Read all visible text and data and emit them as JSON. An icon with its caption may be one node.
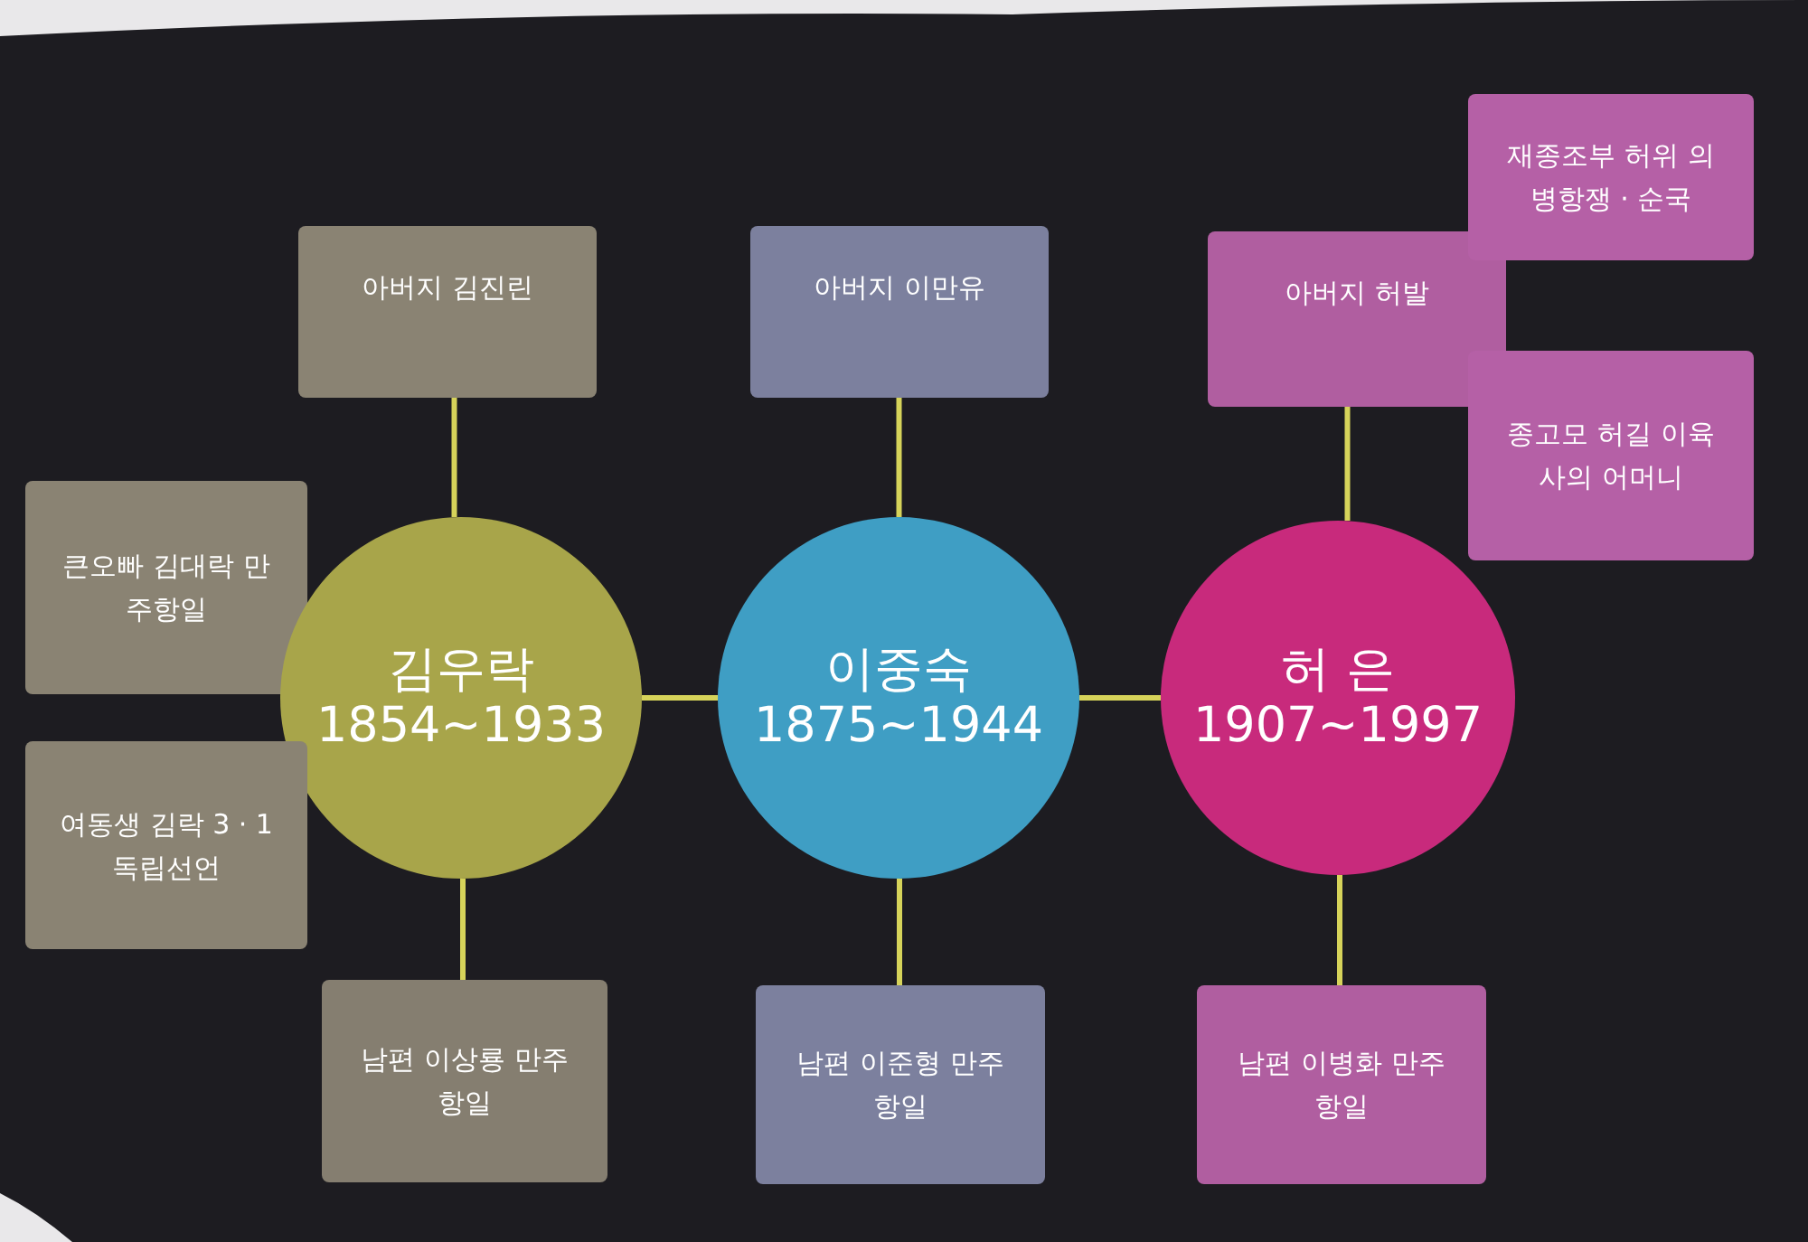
{
  "diagram": {
    "nodes": [
      {
        "text": [
          "아버지 김진린"
        ]
      },
      {
        "text": [
          "아버지 이만유"
        ]
      },
      {
        "text": [
          "아버지 허발"
        ]
      },
      {
        "text": [
          "재종조부 허위 의병항쟁 · 순국"
        ]
      },
      {
        "text": [
          "종고모 허길 이육사의 어머니"
        ]
      },
      {
        "text": [
          "큰오빠 김대락 만주항일"
        ]
      },
      {
        "text": [
          "김우락",
          "1854~1933"
        ]
      },
      {
        "text": [
          "이중숙",
          "1875~1944"
        ]
      },
      {
        "text": [
          "허 은",
          "1907~1997"
        ]
      },
      {
        "text": [
          "여동생 김락 3 · 1독립선언"
        ]
      },
      {
        "text": [
          "남편 이상룡 만주항일"
        ]
      },
      {
        "text": [
          "남편 이준형 만주항일"
        ]
      },
      {
        "text": [
          "남편 이병화 만주항일"
        ]
      }
    ],
    "edges": [
      {
        "from": 0,
        "to": 6,
        "arrow": "none"
      },
      {
        "from": 1,
        "to": 7,
        "arrow": "none"
      },
      {
        "from": 2,
        "to": 8,
        "arrow": "none"
      },
      {
        "from": 6,
        "to": 7,
        "arrow": "none"
      },
      {
        "from": 7,
        "to": 8,
        "arrow": "none"
      },
      {
        "from": 6,
        "to": 10,
        "arrow": "none"
      },
      {
        "from": 7,
        "to": 11,
        "arrow": "none"
      },
      {
        "from": 8,
        "to": 12,
        "arrow": "none"
      }
    ]
  }
}
